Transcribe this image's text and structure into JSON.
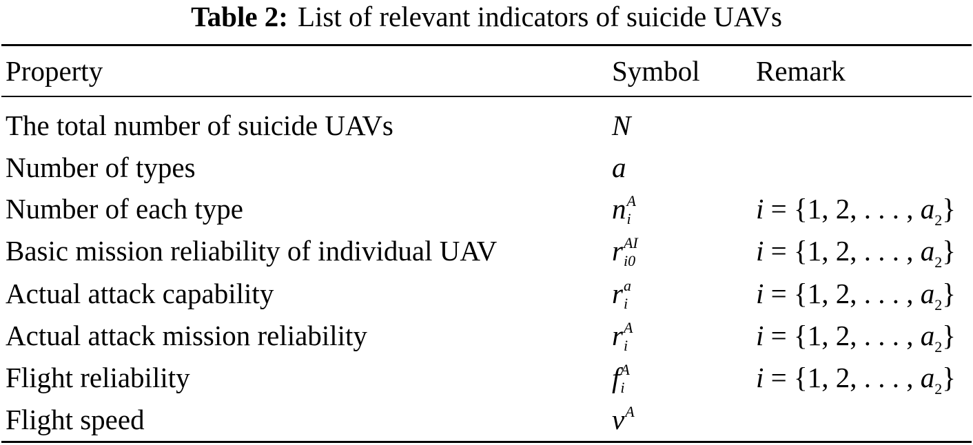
{
  "caption": {
    "label": "Table 2:",
    "text": "List of relevant indicators of suicide UAVs"
  },
  "table": {
    "headers": {
      "property": "Property",
      "symbol": "Symbol",
      "remark": "Remark"
    },
    "rows": [
      {
        "property": "The total number of suicide UAVs",
        "symbol": {
          "base": "N",
          "sup": "",
          "sub": ""
        },
        "remark": null
      },
      {
        "property": "Number of types",
        "symbol": {
          "base": "a",
          "sup": "",
          "sub": ""
        },
        "remark": null
      },
      {
        "property": "Number of each type",
        "symbol": {
          "base": "n",
          "sup": "A",
          "sub": "i"
        },
        "remark": {
          "var": "i",
          "set": " = {1, 2, . . . , ",
          "end_var": "a",
          "end_sub": "2",
          "close": "}"
        }
      },
      {
        "property": "Basic mission reliability of individual UAV",
        "symbol": {
          "base": "r",
          "sup": "AI",
          "sub": "i0"
        },
        "remark": {
          "var": "i",
          "set": " = {1, 2, . . . , ",
          "end_var": "a",
          "end_sub": "2",
          "close": "}"
        }
      },
      {
        "property": "Actual attack capability",
        "symbol": {
          "base": "r",
          "sup": "a",
          "sub": "i"
        },
        "remark": {
          "var": "i",
          "set": " = {1, 2, . . . , ",
          "end_var": "a",
          "end_sub": "2",
          "close": "}"
        }
      },
      {
        "property": "Actual attack mission reliability",
        "symbol": {
          "base": "r",
          "sup": "A",
          "sub": "i"
        },
        "remark": {
          "var": "i",
          "set": " = {1, 2, . . . , ",
          "end_var": "a",
          "end_sub": "2",
          "close": "}"
        }
      },
      {
        "property": "Flight reliability",
        "symbol": {
          "base": "f",
          "sup": "A",
          "sub": "i"
        },
        "remark": {
          "var": "i",
          "set": " = {1, 2, . . . , ",
          "end_var": "a",
          "end_sub": "2",
          "close": "}"
        }
      },
      {
        "property": "Flight speed",
        "symbol": {
          "base": "v",
          "sup": "A",
          "sub": ""
        },
        "remark": null
      }
    ]
  }
}
